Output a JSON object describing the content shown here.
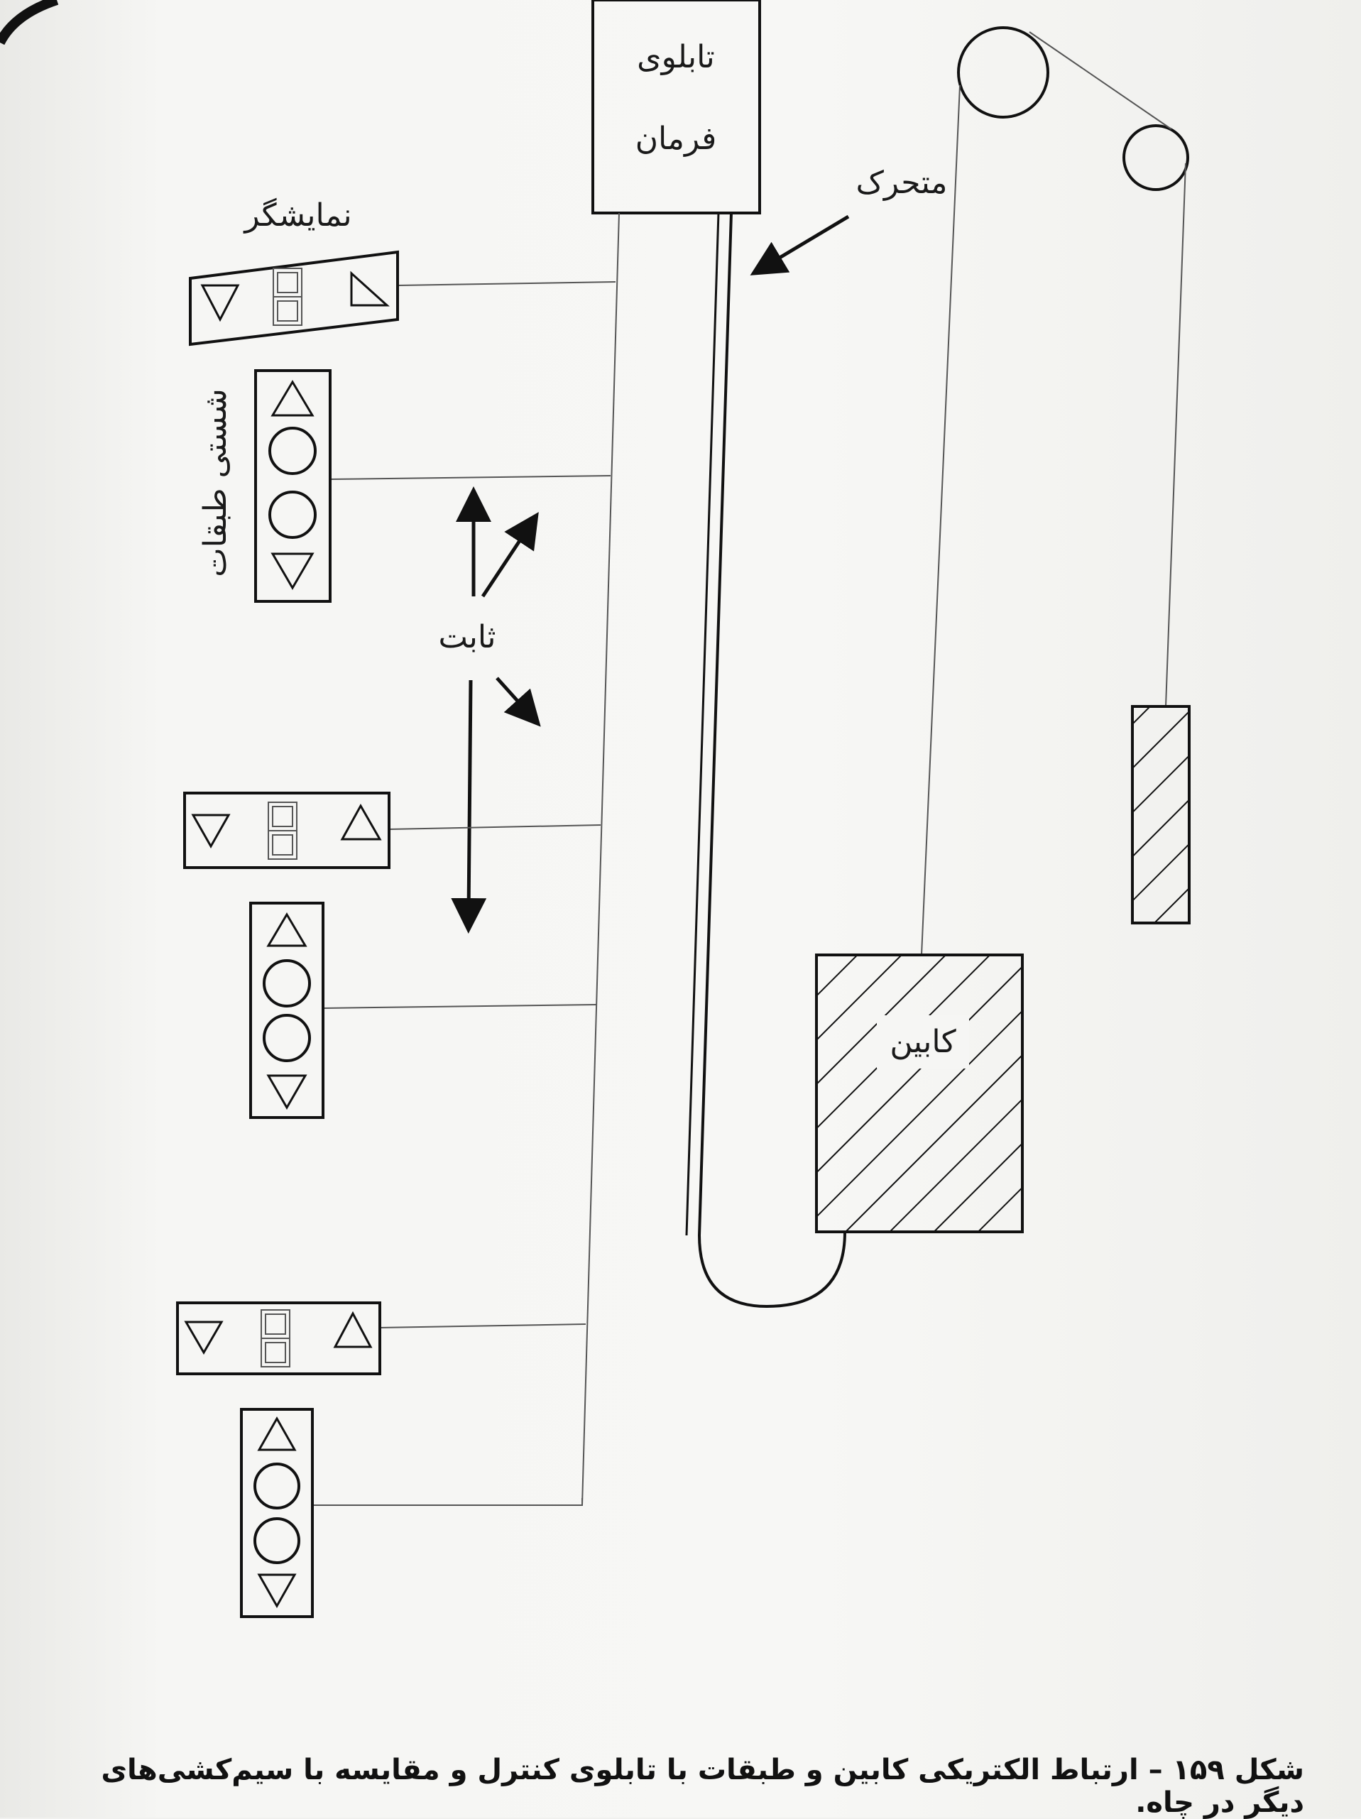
{
  "labels": {
    "control_panel_line1": "تابلوی",
    "control_panel_line2": "فرمان",
    "moving": "متحرک",
    "display": "نمایشگر",
    "floor_buttons": "شستی طبقات",
    "fixed": "ثابت",
    "cabin": "کابین"
  },
  "caption": "شکل ۱۵۹ – ارتباط الکتریکی کابین و طبقات با تابلوی کنترل و مقایسه با سیم‌کشی‌های دیگر در چاه.",
  "icons": {
    "up": "triangle-up-icon",
    "down": "triangle-down-icon",
    "digit": "seven-segment-display-icon"
  },
  "colors": {
    "ink": "#1a1a1a",
    "wire": "#555555"
  }
}
